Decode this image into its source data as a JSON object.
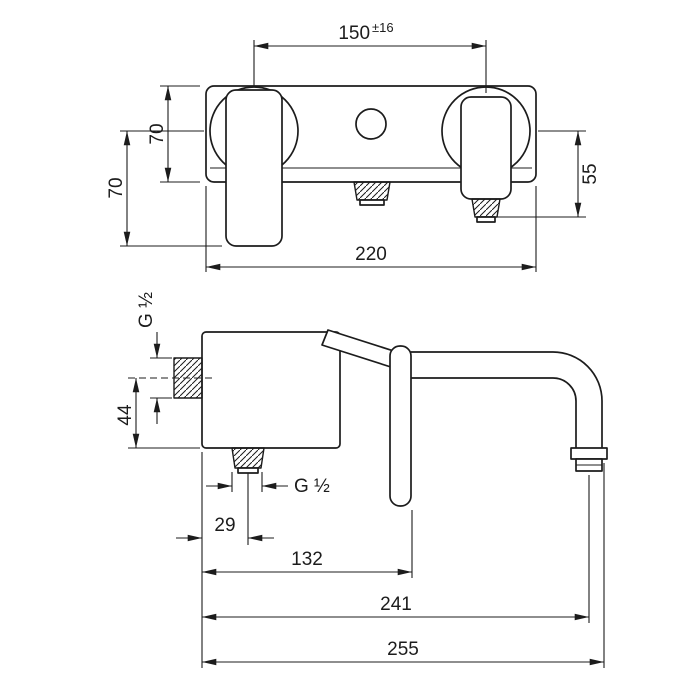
{
  "colors": {
    "ink": "#1c1c1c",
    "background": "#ffffff"
  },
  "front_view": {
    "handle_spacing": {
      "value": "150",
      "tolerance": "±16"
    },
    "plate_height": "70",
    "lever_drop": "70",
    "outlet_drop": "55",
    "overall_width": "220"
  },
  "side_view": {
    "inlet_thread": "G ½",
    "inlet_to_bottom": "44",
    "hose_thread": "G ½",
    "hose_offset": "29",
    "handle_projection": "132",
    "spout_outlet_projection": "241",
    "overall_projection": "255"
  }
}
